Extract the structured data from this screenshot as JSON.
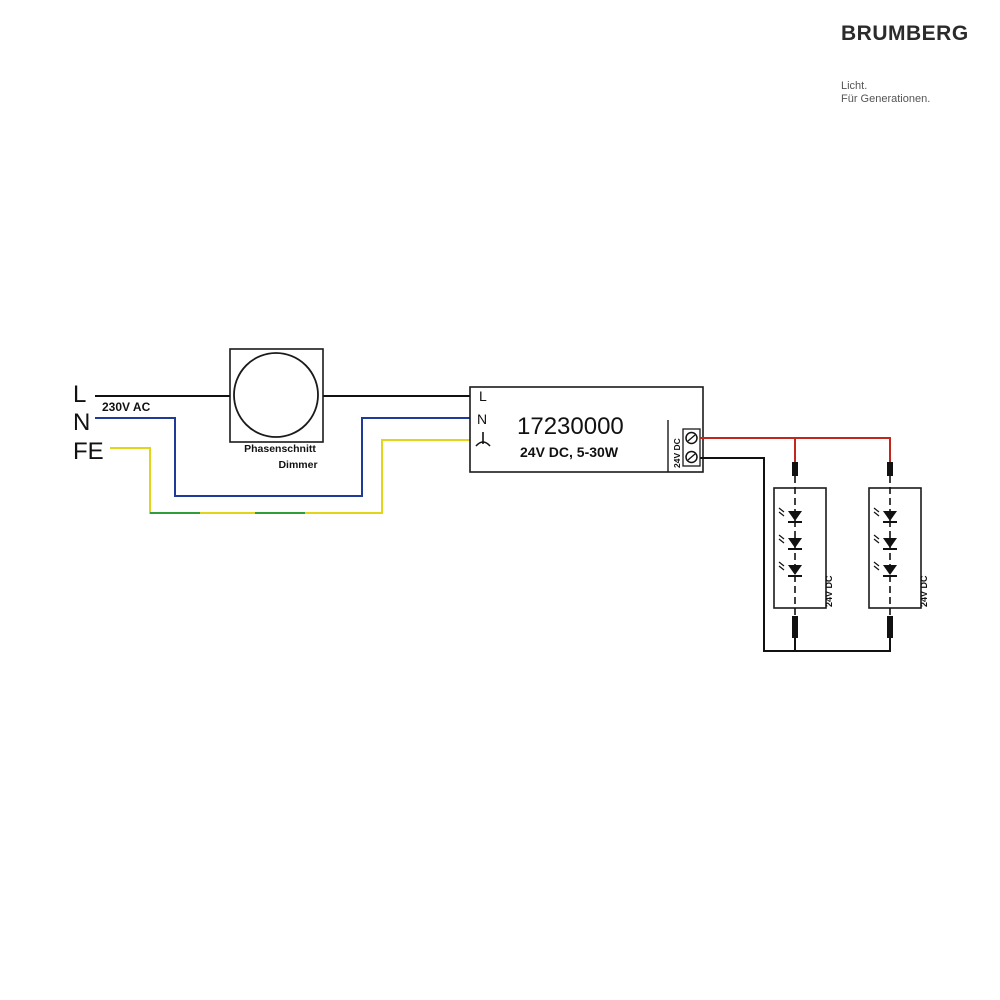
{
  "brand": {
    "name": "BRUMBERG",
    "tagline_1": "Licht.",
    "tagline_2": "Für Generationen."
  },
  "mains": {
    "l": "L",
    "n": "N",
    "fe": "FE",
    "voltage": "230V AC"
  },
  "dimmer": {
    "line1": "Phasenschnitt",
    "line2": "Dimmer"
  },
  "driver": {
    "model": "17230000",
    "spec": "24V DC, 5-30W",
    "term_l": "L",
    "term_n": "N",
    "output": "24V DC"
  },
  "leds": [
    {
      "label": "24V DC"
    },
    {
      "label": "24V DC"
    }
  ],
  "colors": {
    "phase": "#111111",
    "neutral": "#1f3b9a",
    "earth_yellow": "#e3d41c",
    "earth_green": "#2e9d3a",
    "positive": "#c0281e"
  }
}
